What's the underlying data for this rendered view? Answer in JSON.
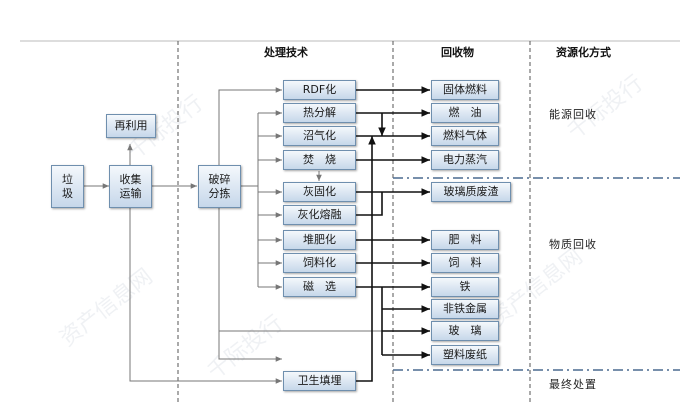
{
  "headers": {
    "processing": "处理技术",
    "products": "回收物",
    "recovery": "资源化方式"
  },
  "nodes": {
    "garbage": [
      "垃",
      "圾"
    ],
    "reuse": "再利用",
    "collect": [
      "收集",
      "运输"
    ],
    "crush": [
      "破碎",
      "分拣"
    ],
    "rdf": "RDF化",
    "pyrolysis": "热分解",
    "biogas": "沼气化",
    "incinerate": "焚　烧",
    "ash_solid": "灰固化",
    "ash_melt": "灰化熔融",
    "compost": "堆肥化",
    "feed_proc": "饲料化",
    "magnetic": "磁　选",
    "landfill": "卫生填埋"
  },
  "products": {
    "solid_fuel": "固体燃料",
    "fuel_oil": "燃　油",
    "fuel_gas": "燃料气体",
    "steam": "电力蒸汽",
    "glass_slag": "玻璃质废渣",
    "fertilizer": "肥　料",
    "feed": "饲　料",
    "iron": "铁",
    "nonferrous": "非铁金属",
    "glass": "玻　璃",
    "plastic_paper": "塑料废纸"
  },
  "categories": {
    "energy": "能源回收",
    "material": "物质回收",
    "final": "最终处置"
  },
  "watermarks": [
    "资产信息网",
    "千际投行",
    "资产信息网",
    "千际投行",
    "资产信息网",
    "千际投行"
  ]
}
